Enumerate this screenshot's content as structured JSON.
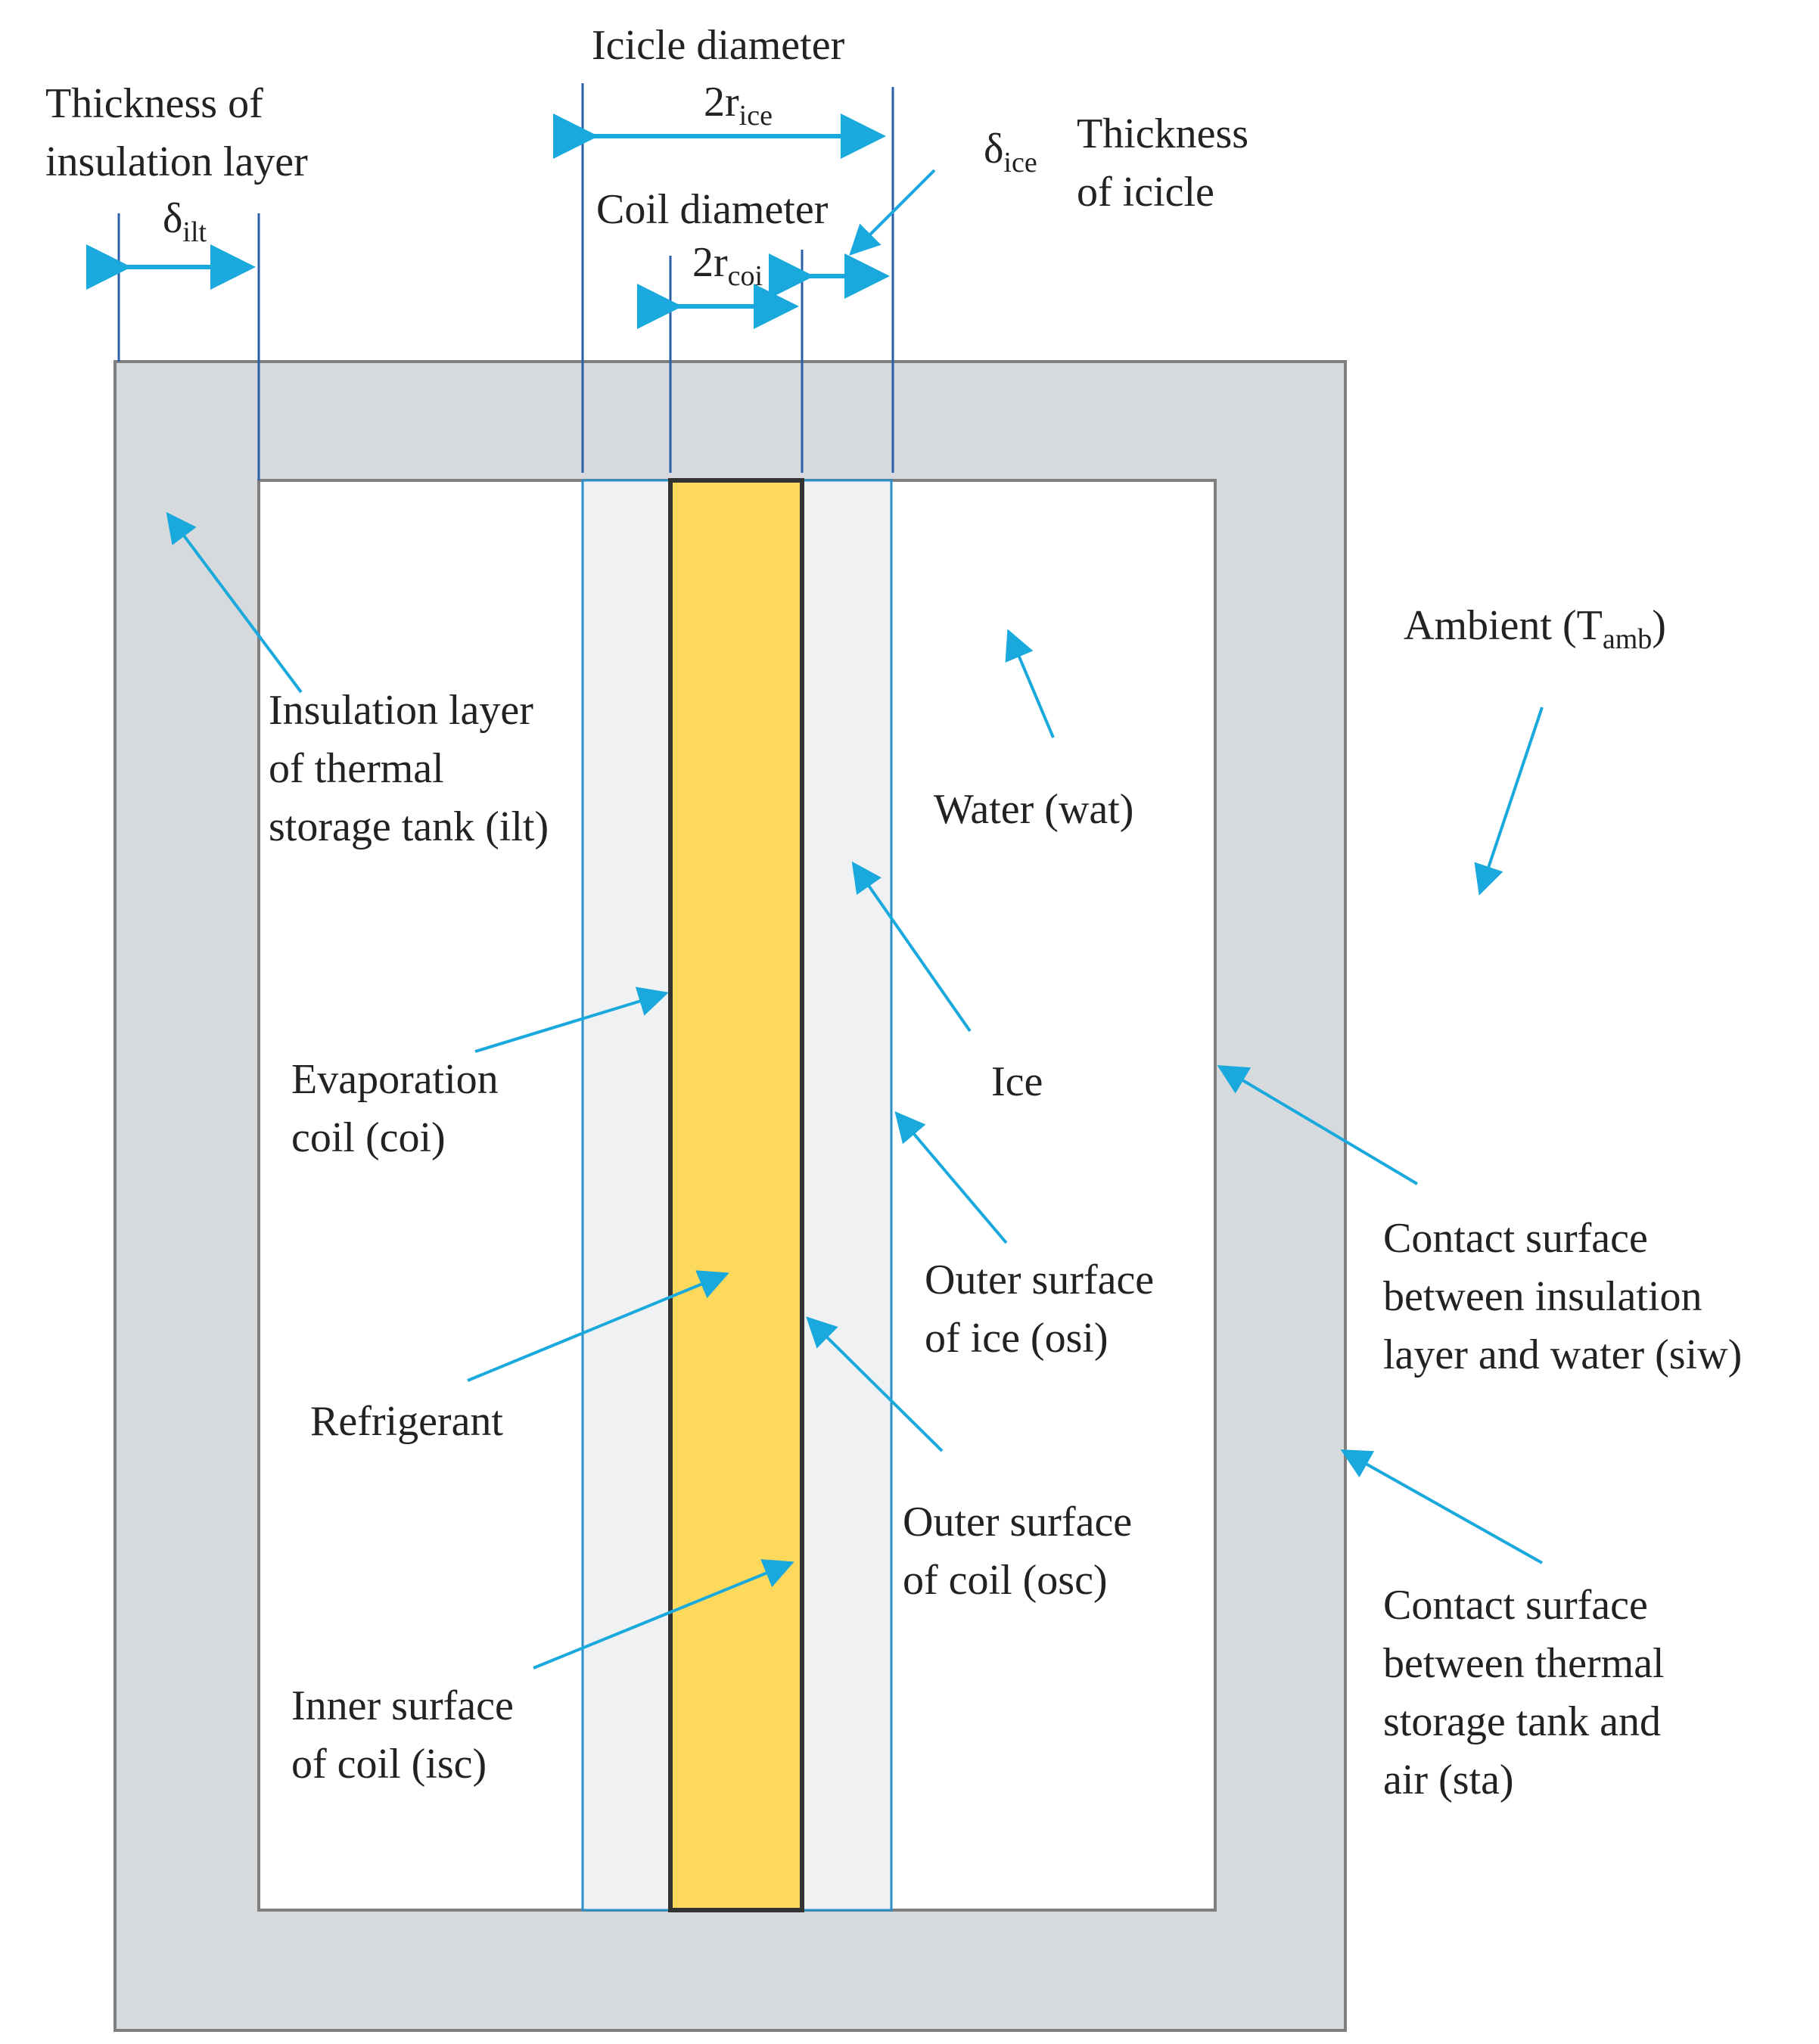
{
  "colors": {
    "insulation": "#d6dadc",
    "ice": "#f0f1f2",
    "refrigerant": "#fcd95c",
    "arrow": "#1aa9dd",
    "line": "#2b5fa8",
    "outline": "#7f7f7f",
    "coil_outline": "#333333"
  },
  "labels": {
    "icicle_diameter": "Icicle diameter",
    "icicle_symbol": "2r",
    "icicle_symbol_sub": "ice",
    "thickness_insulation_1": "Thickness of",
    "thickness_insulation_2": "insulation layer",
    "insulation_symbol": "δ",
    "insulation_symbol_sub": "ilt",
    "coil_diameter": "Coil diameter",
    "coil_symbol": "2r",
    "coil_symbol_sub": "coi",
    "ice_thickness_symbol": "δ",
    "ice_thickness_symbol_sub": "ice",
    "thickness_icicle_1": "Thickness",
    "thickness_icicle_2": "of icicle",
    "ambient": "Ambient (T",
    "ambient_sub": "amb",
    "ambient_close": ")",
    "insulation_layer_1": "Insulation layer",
    "insulation_layer_2": "of thermal",
    "insulation_layer_3": "storage tank (ilt)",
    "water": "Water (wat)",
    "evaporation_1": "Evaporation",
    "evaporation_2": "coil (coi)",
    "ice": "Ice",
    "outer_ice_1": "Outer surface",
    "outer_ice_2": "of ice (osi)",
    "refrigerant": "Refrigerant",
    "outer_coil_1": "Outer surface",
    "outer_coil_2": "of coil (osc)",
    "inner_coil_1": "Inner surface",
    "inner_coil_2": "of coil (isc)",
    "siw_1": "Contact surface",
    "siw_2": "between insulation",
    "siw_3": "layer and water (siw)",
    "sta_1": "Contact surface",
    "sta_2": "between thermal",
    "sta_3": "storage tank and",
    "sta_4": "air (sta)"
  }
}
